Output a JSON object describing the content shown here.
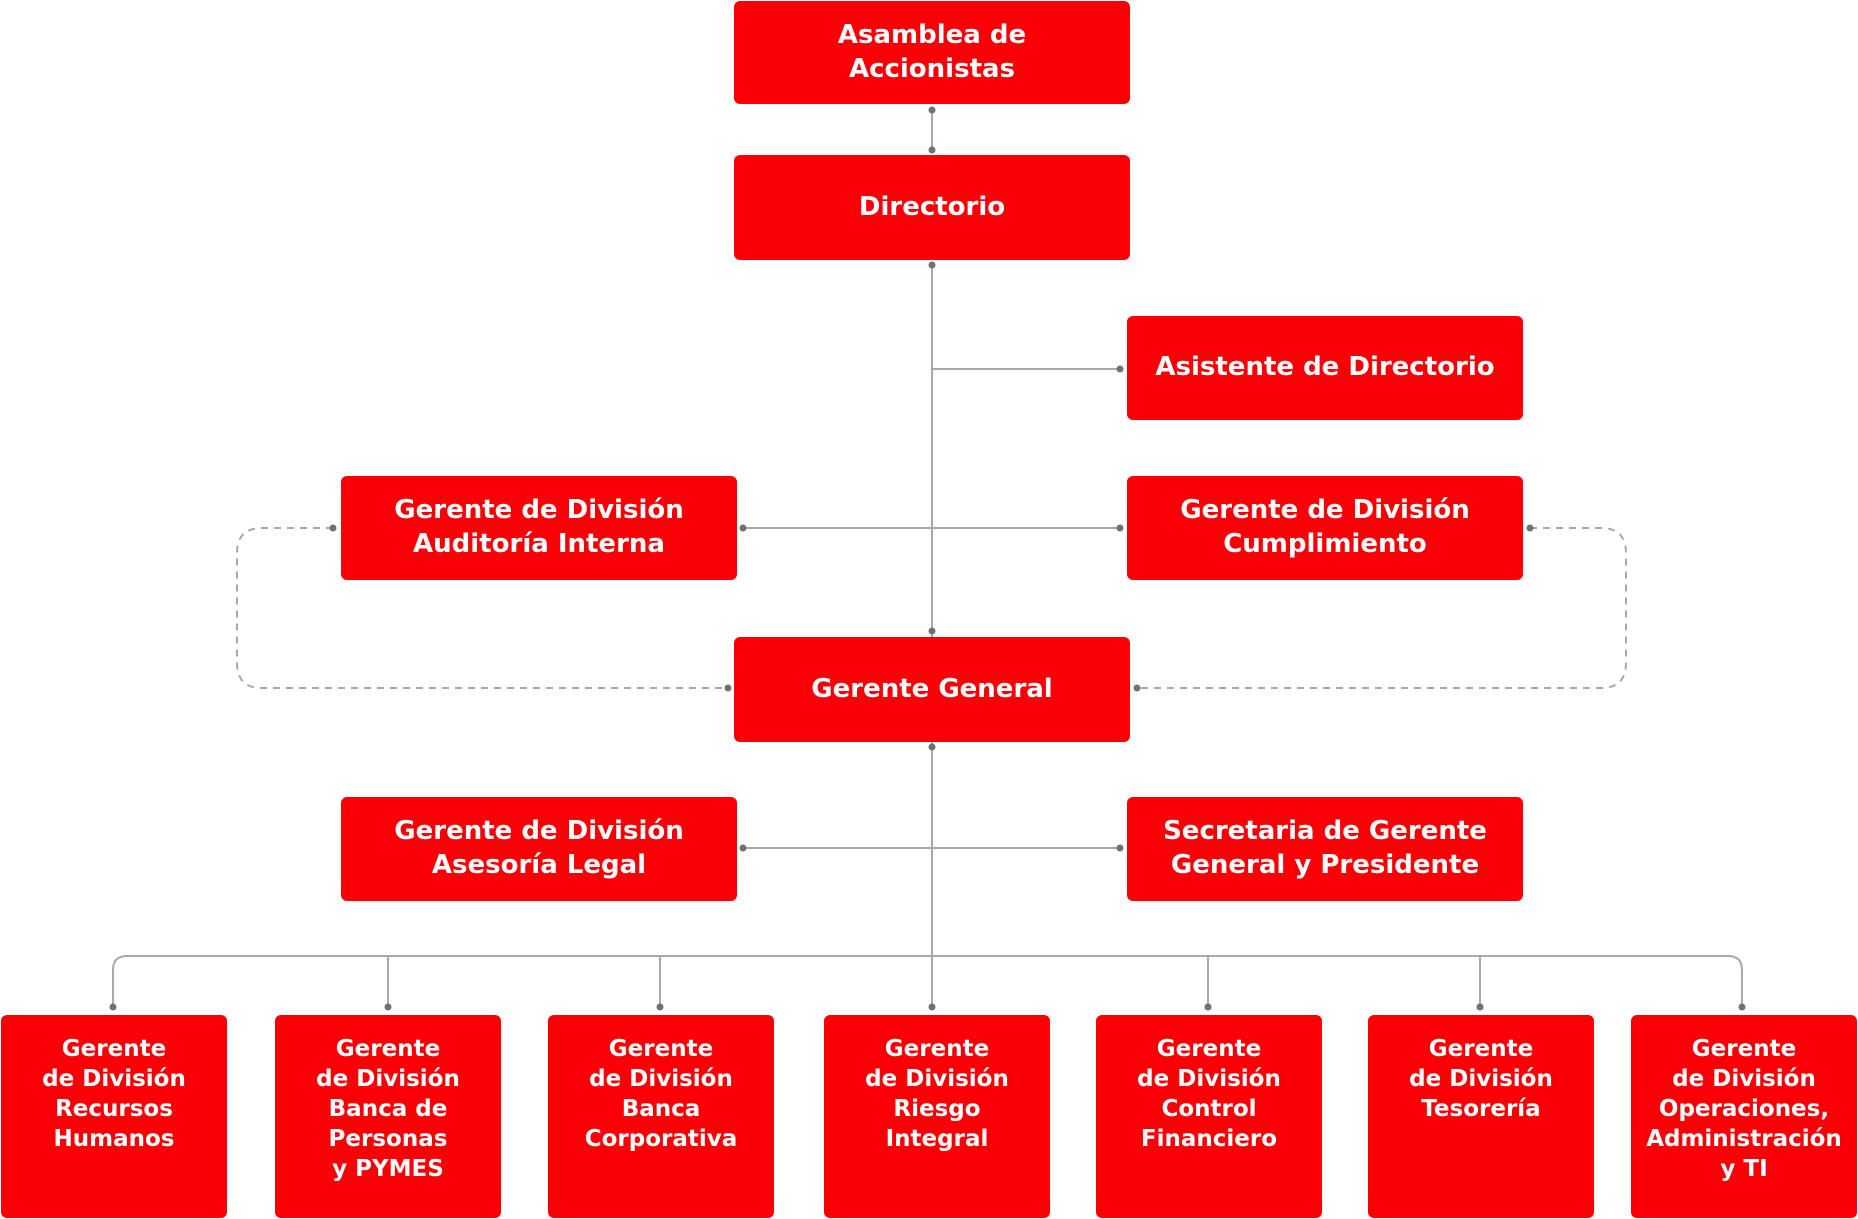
{
  "colors": {
    "node": "#fa0006",
    "line": "#a8a8a8",
    "dot": "#6f7275"
  },
  "nodes": {
    "asamblea": "Asamblea de\nAccionistas",
    "directorio": "Directorio",
    "asistente": "Asistente de Directorio",
    "auditoria": "Gerente de División\nAuditoría Interna",
    "cumplimiento": "Gerente de División\nCumplimiento",
    "gerente_general": "Gerente General",
    "legal": "Gerente de División\nAsesoría Legal",
    "secretaria": "Secretaria de Gerente\nGeneral y Presidente",
    "rrhh": "Gerente\nde División\nRecursos\nHumanos",
    "personas": "Gerente\nde División\nBanca de\nPersonas\ny PYMES",
    "corporativa": "Gerente\nde División\nBanca\nCorporativa",
    "riesgo": "Gerente\nde División\nRiesgo\nIntegral",
    "control": "Gerente\nde División\nControl\nFinanciero",
    "tesoreria": "Gerente\nde División\nTesorería",
    "operaciones": "Gerente\nde División\nOperaciones,\nAdministración\ny TI"
  }
}
